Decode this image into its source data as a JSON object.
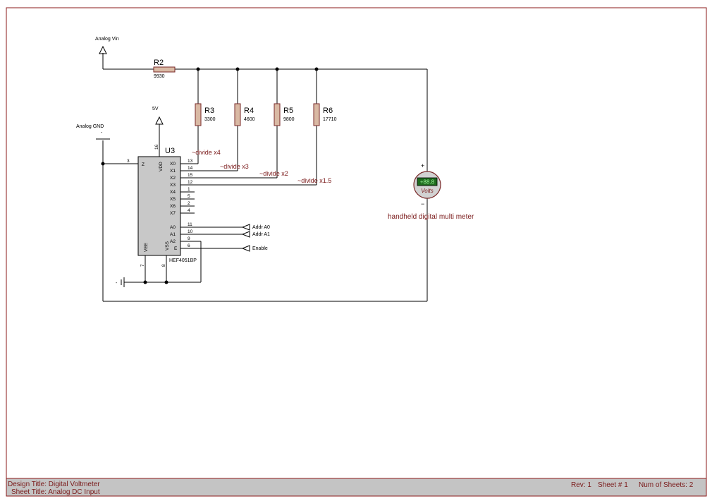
{
  "terminals": {
    "analog_vin": "Analog Vin",
    "analog_gnd": "Analog GND",
    "five_v": "5V",
    "addr_a0": "Addr A0",
    "addr_a1": "Addr A1",
    "enable": "Enable"
  },
  "resistors": [
    {
      "ref": "R2",
      "value": "9930"
    },
    {
      "ref": "R3",
      "value": "3300"
    },
    {
      "ref": "R4",
      "value": "4600"
    },
    {
      "ref": "R5",
      "value": "9800"
    },
    {
      "ref": "R6",
      "value": "17710"
    }
  ],
  "divide_labels": [
    "~divide x4",
    "~divide x3",
    "~divide x2",
    "~divide x1.5"
  ],
  "ic": {
    "ref": "U3",
    "part": "HEF4051BP",
    "left_pin_name": "Z",
    "left_pin_number": "3",
    "vdd_name": "VDD",
    "vdd_number": "16",
    "vee_name": "VEE",
    "vee_number": "7",
    "vss_name": "VSS",
    "vss_number": "8",
    "right_pins": [
      {
        "name": "X0",
        "number": "13"
      },
      {
        "name": "X1",
        "number": "14"
      },
      {
        "name": "X2",
        "number": "15"
      },
      {
        "name": "X3",
        "number": "12"
      },
      {
        "name": "X4",
        "number": "1"
      },
      {
        "name": "X5",
        "number": "5"
      },
      {
        "name": "X6",
        "number": "2"
      },
      {
        "name": "X7",
        "number": "4"
      },
      {
        "name": "A0",
        "number": "11"
      },
      {
        "name": "A1",
        "number": "10"
      },
      {
        "name": "A2",
        "number": "9"
      },
      {
        "name": "E",
        "number": "6"
      }
    ]
  },
  "meter": {
    "display": "+88.8",
    "unit": "Volts",
    "plus": "+",
    "minus": "−",
    "label": "handheld digital multi meter"
  },
  "title_block": {
    "design_title": "Design Title: Digital Voltmeter",
    "sheet_title": "Sheet Title: Analog DC Input",
    "rev": "Rev: 1",
    "sheet_num": "Sheet # 1",
    "num_sheets": "Num of Sheets: 2"
  },
  "colors": {
    "frame": "#8b1a1a",
    "resistor_fill": "#d9b9a4",
    "title_block": "#c4c4c4",
    "meter_display": "#1e6b1e"
  }
}
